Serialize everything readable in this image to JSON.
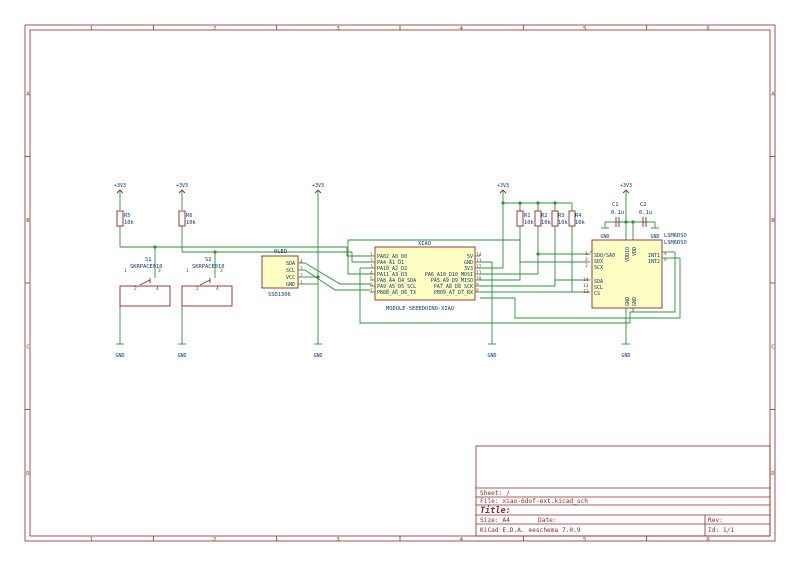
{
  "frame": {
    "cols": [
      "1",
      "2",
      "3",
      "4",
      "5",
      "6"
    ],
    "rows": [
      "A",
      "B",
      "C",
      "D"
    ]
  },
  "title_block": {
    "sheet_label": "Sheet: /",
    "file_label": "File: xiao-6dof-ext.kicad_sch",
    "title_label": "Title:",
    "size_label": "Size: A4",
    "date_label": "Date:",
    "rev_label": "Rev:",
    "tool_label": "KiCad E.D.A.  eeschema 7.0.9",
    "id_label": "Id: 1/1"
  },
  "power": {
    "v3_left1": "+3V3",
    "v3_left2": "+3V3",
    "v3_oled": "+3V3",
    "v3_mid": "+3V3",
    "v3_right": "+3V3",
    "gnd_s1": "GND",
    "gnd_s2": "GND",
    "gnd_oled": "GND",
    "gnd_xiao": "GND",
    "gnd_imu": "GND",
    "gnd_c1": "GND",
    "gnd_c2": "GND"
  },
  "resistors": {
    "r5_ref": "R5",
    "r5_val": "10k",
    "r6_ref": "R6",
    "r6_val": "10k",
    "r1_ref": "R1",
    "r1_val": "10k",
    "r2_ref": "R2",
    "r2_val": "10k",
    "r3_ref": "R3",
    "r3_val": "10k",
    "r4_ref": "R4",
    "r4_val": "10k"
  },
  "switches": {
    "s1_ref": "S1",
    "s1_val": "SKRPACE010",
    "s2_ref": "S2",
    "s2_val": "SKRPACE010",
    "pin1": "1",
    "pin2": "2",
    "pin3": "3",
    "pin4": "4"
  },
  "oled": {
    "ref": "OLED",
    "value": "SSD1306",
    "pins": [
      "SDA",
      "SCL",
      "VCC",
      "GND"
    ],
    "nums": [
      "4",
      "3",
      "2",
      "1"
    ]
  },
  "xiao": {
    "ref": "XIAO",
    "value": "MODULE-SEEEDUINO-XIAO",
    "left_pins": [
      "PA02_A0_D0",
      "PA4_A1_D1",
      "PA10_A2_D2",
      "PA11_A3_D3",
      "PA8_A4_D4_SDA",
      "PA9_A5_D5_SCL",
      "PB08_A6_D6_TX"
    ],
    "left_nums": [
      "1",
      "2",
      "3",
      "4",
      "5",
      "6",
      "7"
    ],
    "right_pins": [
      "5V",
      "GND",
      "3V3",
      "PA6_A10_D10_MOSI",
      "PA5_A9_D9_MISO",
      "PA7_A8_D8_SCK",
      "PB09_A7_D7_RX"
    ],
    "right_nums": [
      "14",
      "13",
      "12",
      "11",
      "10",
      "9",
      "8"
    ]
  },
  "imu": {
    "ref": "LSM6DSO",
    "value": "LSM6DSO",
    "left_pins": [
      "SDO/SA0",
      "SDX",
      "SCX",
      "SDA",
      "SCL",
      "CS"
    ],
    "left_nums": [
      "1",
      "3",
      "2",
      "14",
      "13",
      "12"
    ],
    "right_pins": [
      "INT1",
      "INT2"
    ],
    "right_nums": [
      "4",
      "9"
    ],
    "top_pins": [
      "VDDIO",
      "VDD"
    ],
    "bottom_pins": [
      "GND",
      "GND"
    ]
  },
  "caps": {
    "c1_ref": "C1",
    "c1_val": "0.1u",
    "c2_ref": "C2",
    "c2_val": "0.1u"
  }
}
